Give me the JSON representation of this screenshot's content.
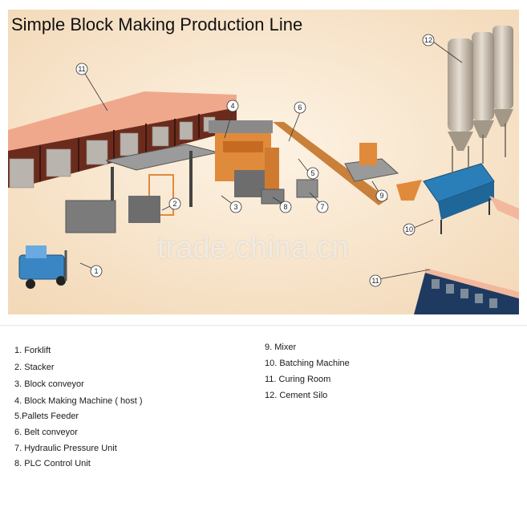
{
  "title": "Simple Block Making Production Line",
  "watermark": "trade.china.cn",
  "callouts": [
    "1",
    "2",
    "3",
    "4",
    "5",
    "6",
    "7",
    "8",
    "9",
    "10",
    "11",
    "11",
    "12"
  ],
  "legend_left": [
    "1. Forklift",
    "2. Stacker",
    "3. Block conveyor",
    "4. Block Making Machine ( host )",
    "5.Pallets Feeder",
    "6. Belt conveyor",
    "7. Hydraulic Pressure Unit",
    "8. PLC Control Unit"
  ],
  "legend_right": [
    "9. Mixer",
    "10. Batching Machine",
    "11. Curing Room",
    "12. Cement Silo"
  ],
  "colors": {
    "background_warm": "#f6e2c8",
    "curing_roof": "#f0a88c",
    "machine_orange": "#e08a3c",
    "batcher_blue": "#2a7fb8",
    "silo_grey": "#c8bfb2",
    "forklift_blue": "#3a86c4"
  }
}
